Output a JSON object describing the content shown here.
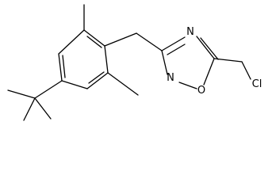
{
  "molecule": {
    "ring_atoms": {
      "n_top": "N",
      "n_bottom": "N",
      "o_ring": "O"
    },
    "substituent_atoms": {
      "chlorine": "Cl"
    }
  },
  "colors": {
    "bond": "#000000",
    "label": "#000000",
    "background": "#ffffff"
  }
}
